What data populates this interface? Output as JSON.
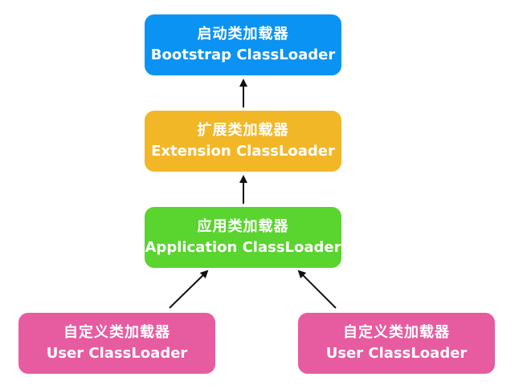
{
  "colors": {
    "bootstrap": "#0a93f3",
    "extension": "#f2b727",
    "application": "#5ad42f",
    "user": "#e75ba0",
    "arrow": "#111111"
  },
  "nodes": {
    "bootstrap": {
      "label_zh": "启动类加载器",
      "label_en": "Bootstrap ClassLoader"
    },
    "extension": {
      "label_zh": "扩展类加载器",
      "label_en": "Extension ClassLoader"
    },
    "application": {
      "label_zh": "应用类加载器",
      "label_en": "Application ClassLoader"
    },
    "user_left": {
      "label_zh": "自定义类加载器",
      "label_en": "User ClassLoader"
    },
    "user_right": {
      "label_zh": "自定义类加载器",
      "label_en": "User ClassLoader"
    }
  },
  "edges": [
    {
      "from": "extension",
      "to": "bootstrap"
    },
    {
      "from": "application",
      "to": "extension"
    },
    {
      "from": "user_left",
      "to": "application"
    },
    {
      "from": "user_right",
      "to": "application"
    }
  ]
}
